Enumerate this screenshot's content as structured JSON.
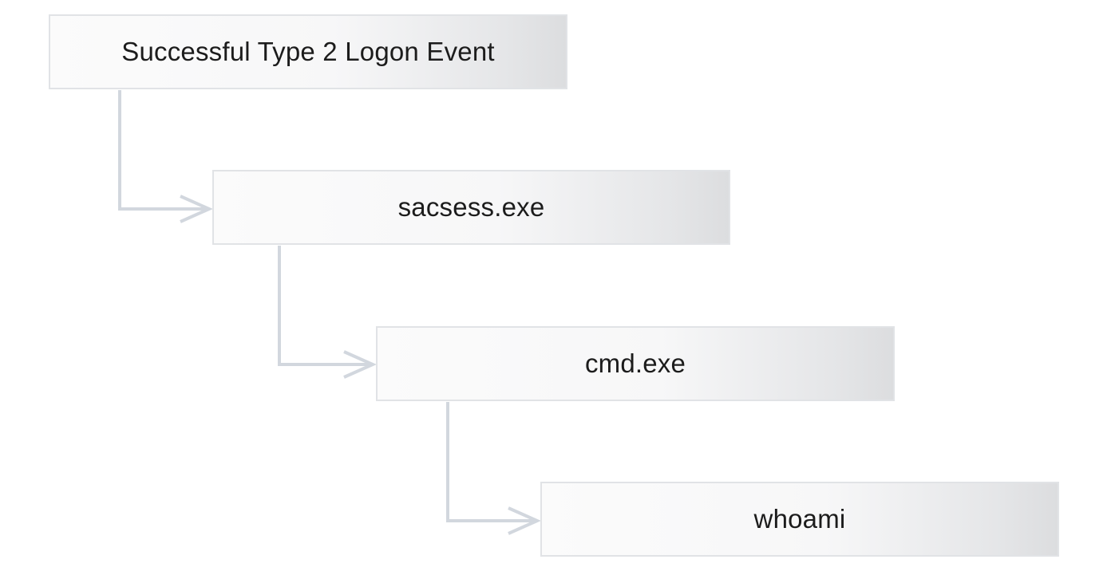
{
  "diagram": {
    "type": "process-tree",
    "nodes": [
      {
        "id": "n0",
        "label": "Successful Type 2 Logon Event"
      },
      {
        "id": "n1",
        "label": "sacsess.exe"
      },
      {
        "id": "n2",
        "label": "cmd.exe"
      },
      {
        "id": "n3",
        "label": "whoami"
      }
    ],
    "edges": [
      {
        "from": "n0",
        "to": "n1"
      },
      {
        "from": "n1",
        "to": "n2"
      },
      {
        "from": "n2",
        "to": "n3"
      }
    ],
    "colors": {
      "connector": "#d2d7de",
      "box_border": "#e1e3e6",
      "text": "#1c1c1c"
    }
  }
}
